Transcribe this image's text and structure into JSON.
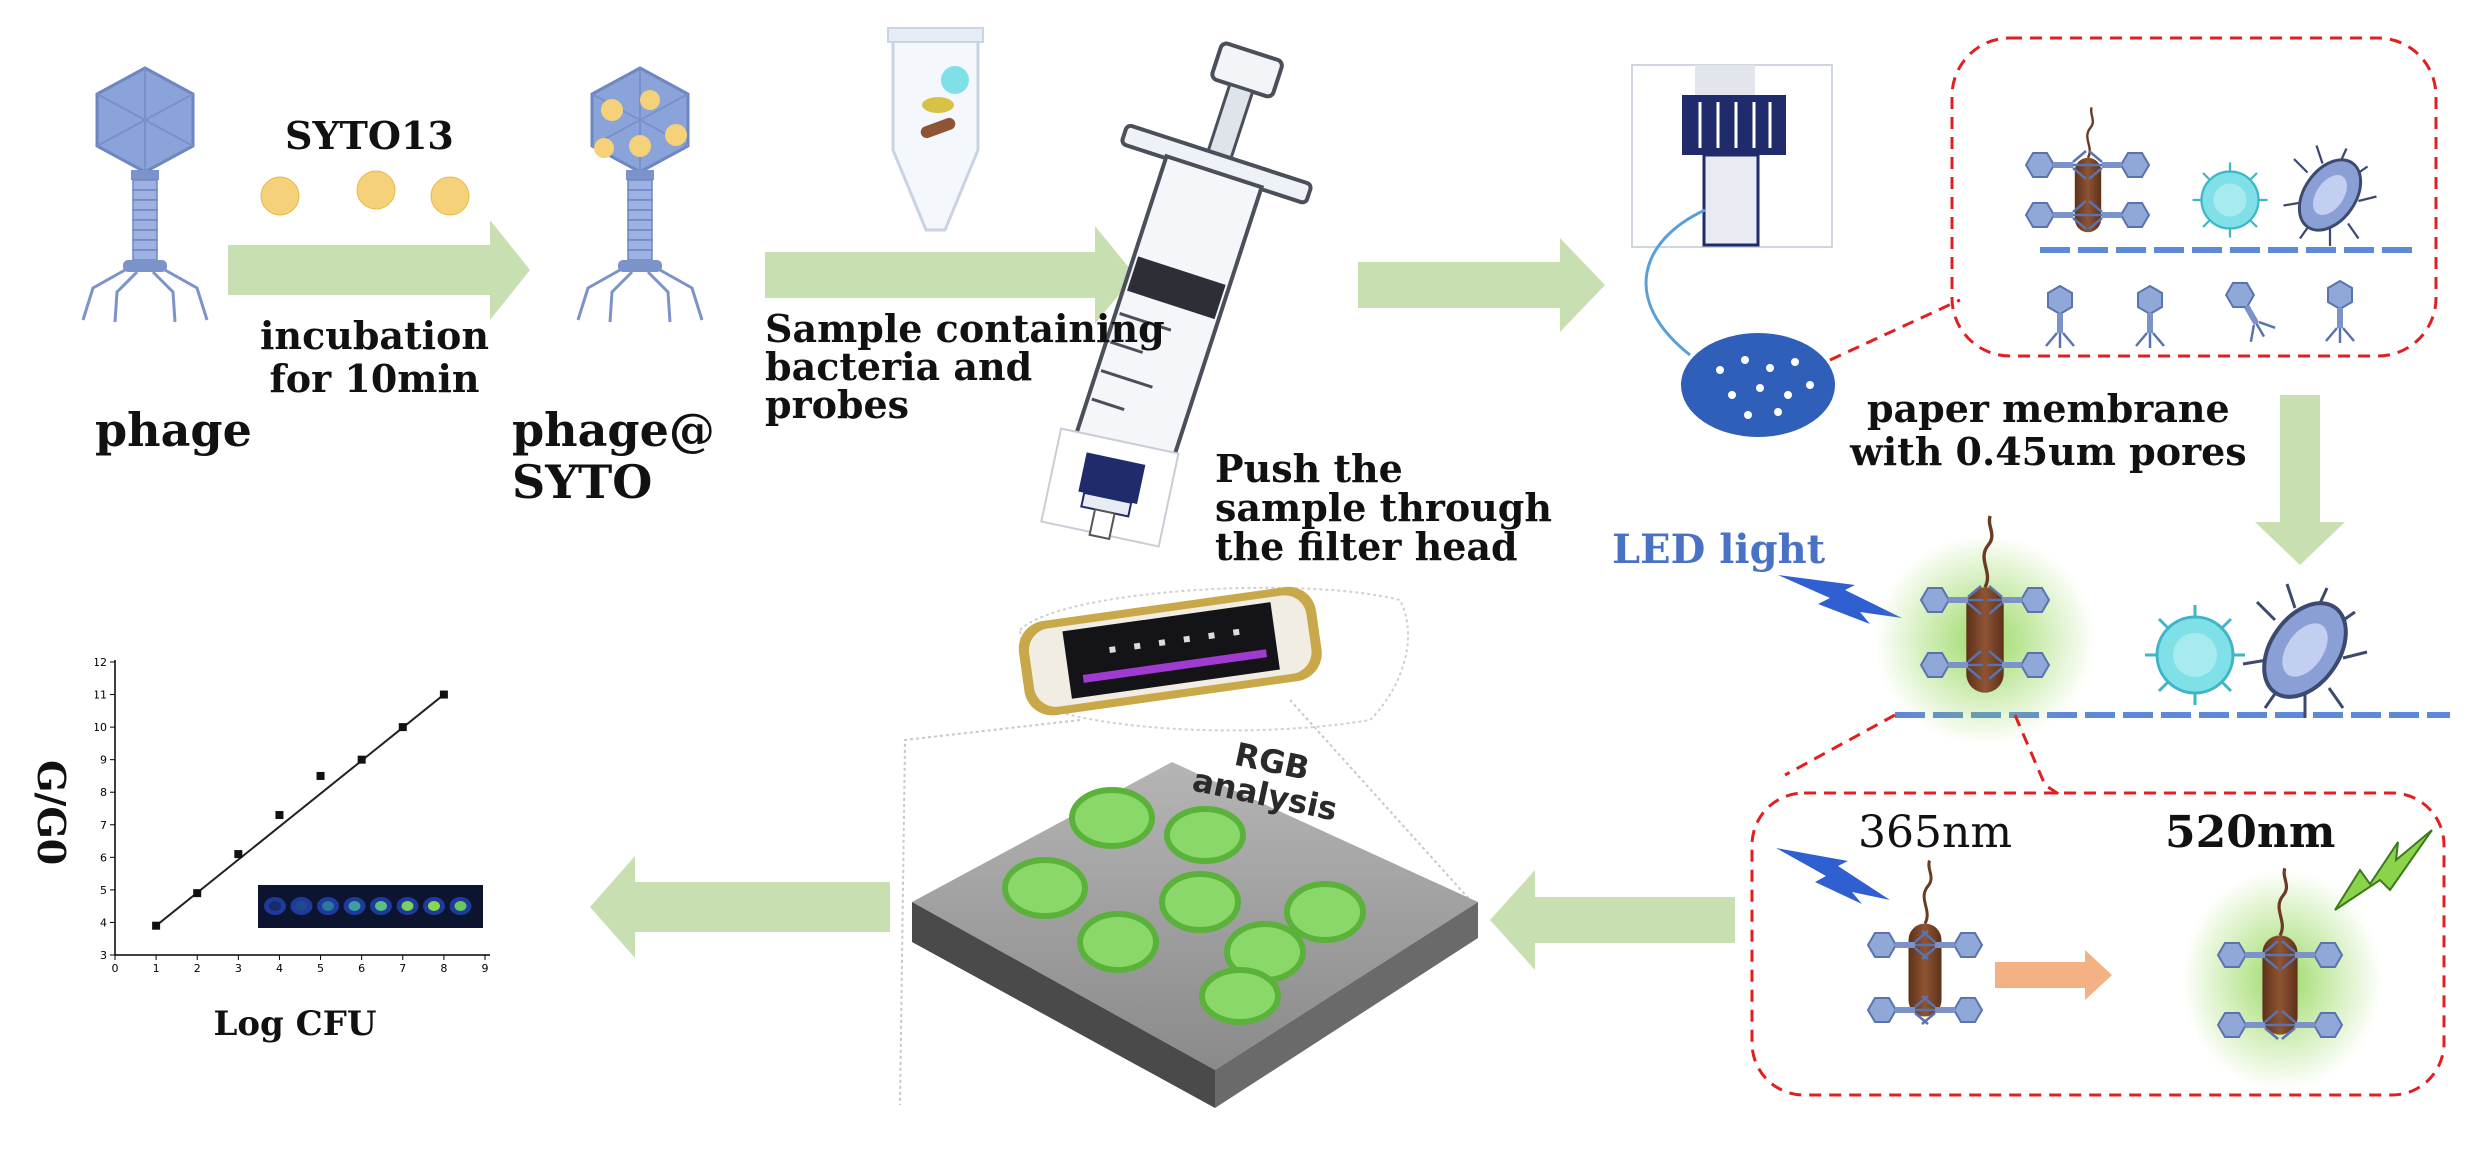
{
  "labels": {
    "syto13": "SYTO13",
    "incubation": "incubation\nfor 10min",
    "phage": "phage",
    "phage_syto": "phage@\nSYTO",
    "sample": "Sample containing\nbacteria and\nprobes",
    "push": "Push the\nsample through\nthe filter head",
    "paper": "paper membrane\nwith 0.45um pores",
    "led": "LED light",
    "nm365": "365nm",
    "nm520": "520nm",
    "rgb": "RGB\nanalysis"
  },
  "chart_data": {
    "type": "scatter",
    "xlabel": "Log CFU",
    "ylabel": "G/G0",
    "x_ticks": [
      "0",
      "1",
      "2",
      "3",
      "4",
      "5",
      "6",
      "7",
      "8",
      "9"
    ],
    "y_ticks": [
      "3",
      "4",
      "5",
      "6",
      "7",
      "8",
      "9",
      "10",
      "11",
      "12"
    ],
    "xlim": [
      0,
      9
    ],
    "ylim": [
      3,
      12
    ],
    "points": [
      {
        "x": 1,
        "y": 3.9
      },
      {
        "x": 2,
        "y": 4.9
      },
      {
        "x": 3,
        "y": 6.1
      },
      {
        "x": 4,
        "y": 7.3
      },
      {
        "x": 5,
        "y": 8.5
      },
      {
        "x": 6,
        "y": 9.0
      },
      {
        "x": 7,
        "y": 10.0
      },
      {
        "x": 8,
        "y": 11.0
      }
    ],
    "fit_line": {
      "x": [
        1,
        8
      ],
      "y": [
        3.9,
        11.0
      ]
    }
  },
  "colors": {
    "arrow_green": "#c8dfb2",
    "dashed_red": "#e02020",
    "phage_blue": "#8fa8d8",
    "bacterium_brown": "#7a4428",
    "glow_green": "#8bd34a",
    "led_blue": "#2f5fd0"
  }
}
